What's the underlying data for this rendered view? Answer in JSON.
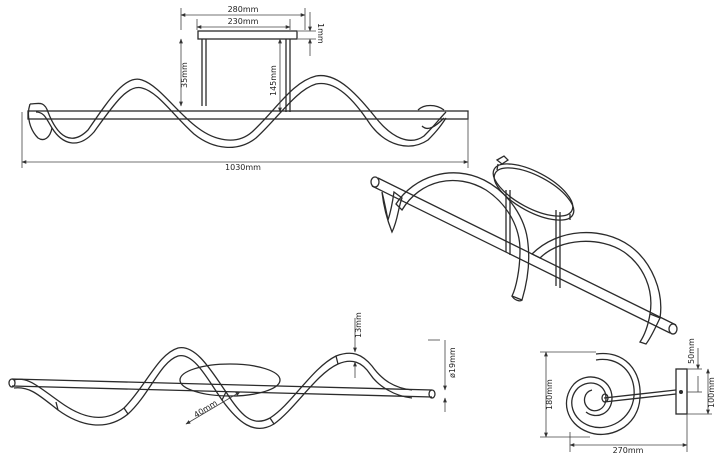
{
  "front_view": {
    "dim_canopy_outer": "280mm",
    "dim_canopy_inner": "230mm",
    "dim_canopy_thickness": "1mm",
    "dim_rod_spacing": "35mm",
    "dim_suspension_height": "145mm",
    "dim_total_length": "1030mm"
  },
  "top_view": {
    "dim_band_width": "13mm",
    "dim_tube_diameter": "ø19mm",
    "dim_band_depth": "40mm"
  },
  "side_view": {
    "dim_height": "180mm",
    "dim_top_offset": "50mm",
    "dim_canopy_depth": "100mm",
    "dim_width": "270mm"
  },
  "colors": {
    "line": "#2b2b2b",
    "background": "#ffffff"
  }
}
